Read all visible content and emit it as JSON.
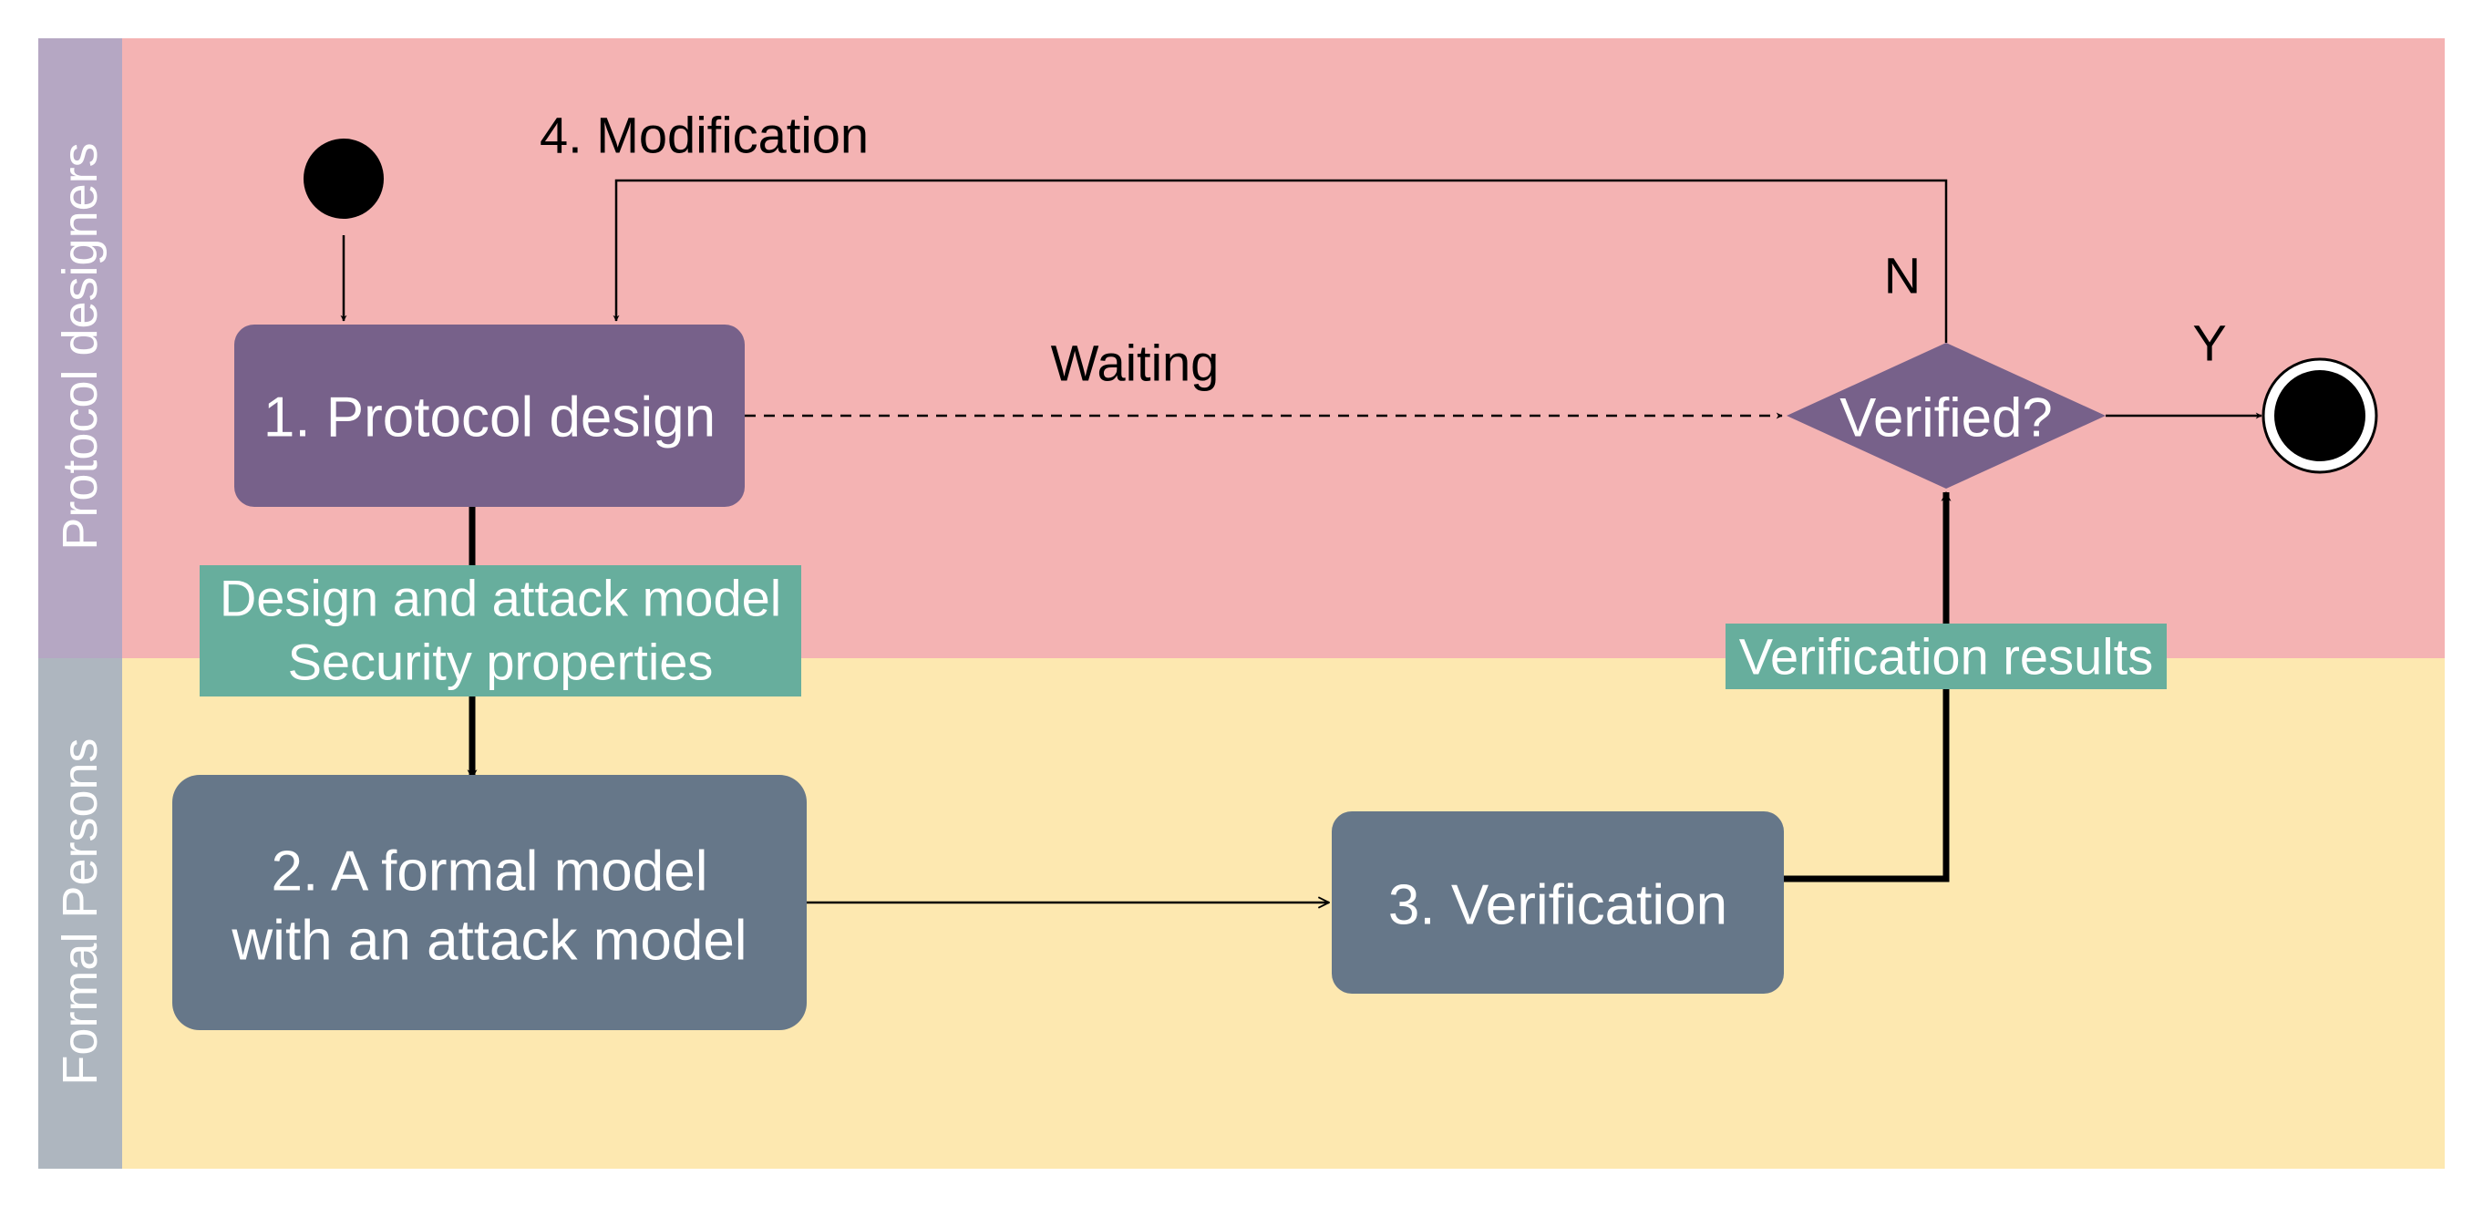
{
  "lanes": [
    {
      "label": "Protocol designers",
      "band_color": "#B5A7C3",
      "fill_color": "#F4B3B3"
    },
    {
      "label": "Formal Persons",
      "band_color": "#AEB6BF",
      "fill_color": "#FDE8B0"
    }
  ],
  "nodes": {
    "protocol_design": "1. Protocol design",
    "formal_model_line1": "2. A formal model",
    "formal_model_line2": "with an attack model",
    "verification": "3. Verification",
    "decision": "Verified?"
  },
  "edge_labels": {
    "modification": "4. Modification",
    "waiting": "Waiting",
    "no": "N",
    "yes": "Y"
  },
  "notes": {
    "design_line1": "Design and attack model",
    "design_line2": "Security properties",
    "results": "Verification results"
  },
  "colors": {
    "designer_node": "#77618A",
    "formal_node": "#667789",
    "note": "#67AE9D",
    "line": "#000000",
    "node_text": "#FFFFFF"
  }
}
